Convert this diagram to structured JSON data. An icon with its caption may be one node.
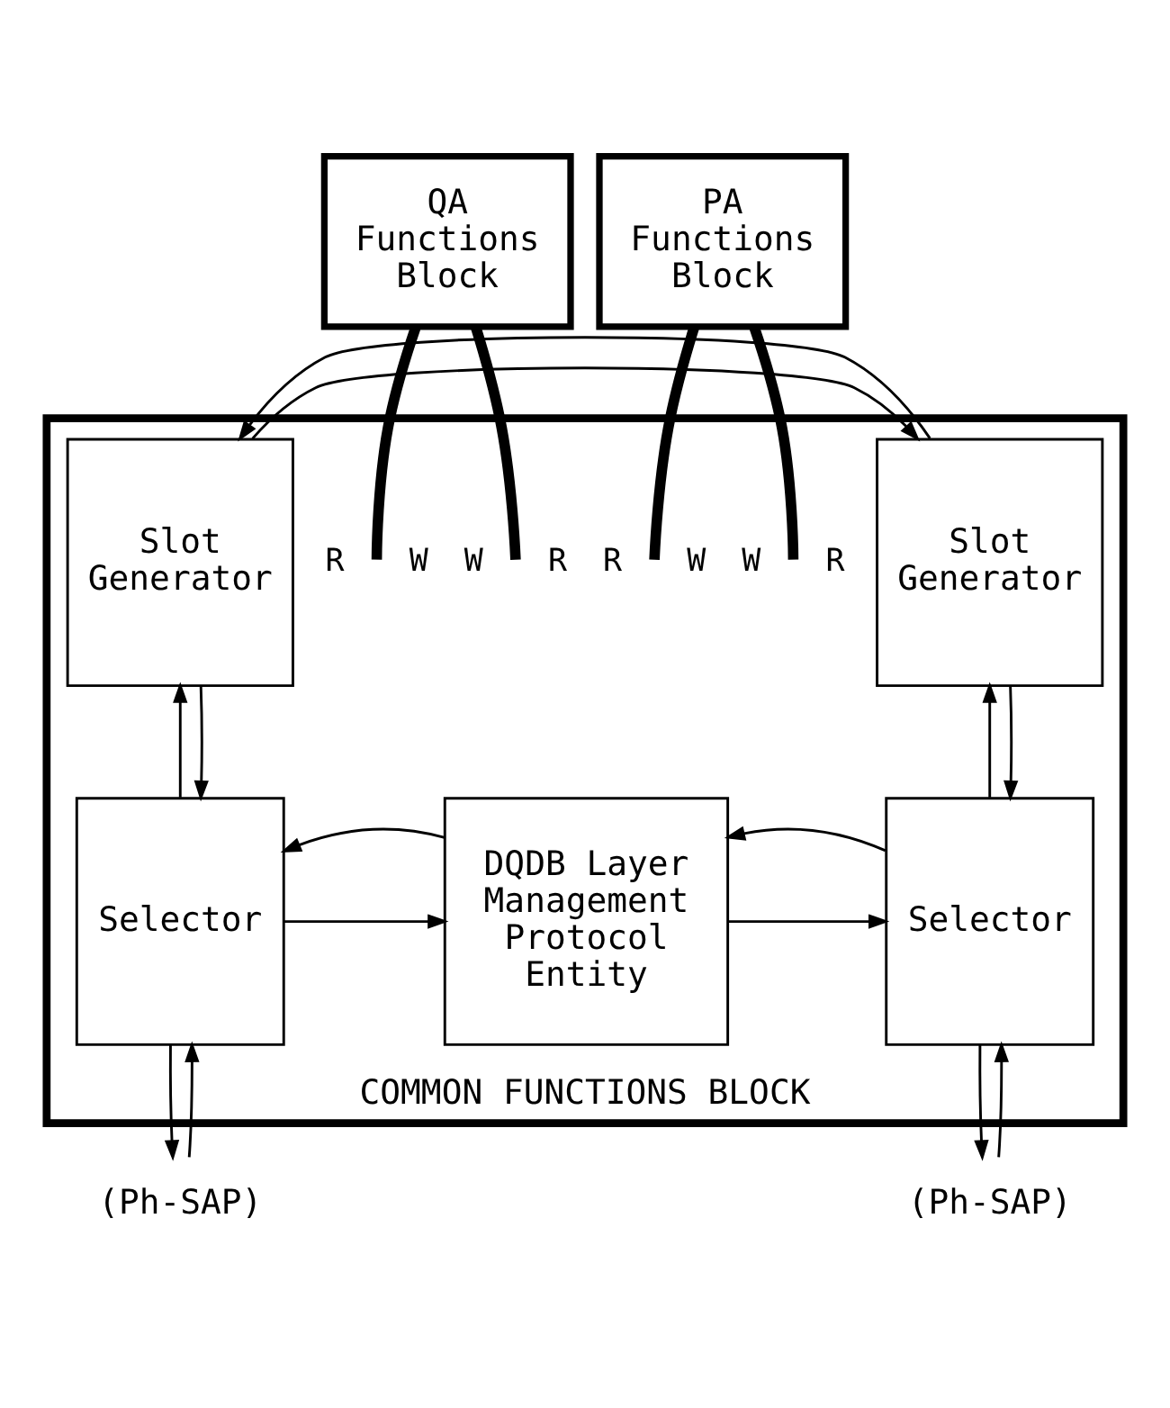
{
  "diagram": {
    "nodes": [
      {
        "text": [
          "QA Functions Block"
        ]
      },
      {
        "text": [
          "PA Functions Block"
        ]
      },
      {
        "text": [
          "COMMON FUNCTIONS BLOCK"
        ]
      },
      {
        "text": [
          "Slot Generator"
        ],
        "in": 2
      },
      {
        "text": [
          "Slot Generator"
        ],
        "in": 2
      },
      {
        "text": [
          "Selector"
        ],
        "in": 2
      },
      {
        "text": [
          "DQDB Layer Management Protocol Entity"
        ],
        "in": 2
      },
      {
        "text": [
          "Selector"
        ],
        "in": 2
      },
      {
        "text": [
          "(Ph-SAP)"
        ]
      },
      {
        "text": [
          "(Ph-SAP)"
        ]
      }
    ],
    "edges": [
      {
        "from": 3,
        "to": 4,
        "arrow": "to"
      },
      {
        "from": 4,
        "to": 3,
        "arrow": "to"
      },
      {
        "from": 0,
        "to": null,
        "arrow": "none",
        "style": "thick"
      },
      {
        "from": 0,
        "to": null,
        "arrow": "none",
        "style": "thick"
      },
      {
        "from": 1,
        "to": null,
        "arrow": "none",
        "style": "thick"
      },
      {
        "from": 1,
        "to": null,
        "arrow": "none",
        "style": "thick"
      },
      {
        "from": 5,
        "to": 3,
        "arrow": "to"
      },
      {
        "from": 3,
        "to": 5,
        "arrow": "to"
      },
      {
        "from": 7,
        "to": 4,
        "arrow": "to"
      },
      {
        "from": 4,
        "to": 7,
        "arrow": "to"
      },
      {
        "from": 5,
        "to": 6,
        "arrow": "to"
      },
      {
        "from": 6,
        "to": 5,
        "arrow": "to"
      },
      {
        "from": 6,
        "to": 7,
        "arrow": "to"
      },
      {
        "from": 7,
        "to": 6,
        "arrow": "to"
      },
      {
        "from": 8,
        "to": 5,
        "arrow": "to"
      },
      {
        "from": 5,
        "to": 8,
        "arrow": "to"
      },
      {
        "from": 9,
        "to": 7,
        "arrow": "to"
      },
      {
        "from": 7,
        "to": 9,
        "arrow": "to"
      }
    ],
    "labels": [
      "R",
      "W",
      "W",
      "R",
      "R",
      "W",
      "W",
      "R"
    ]
  }
}
